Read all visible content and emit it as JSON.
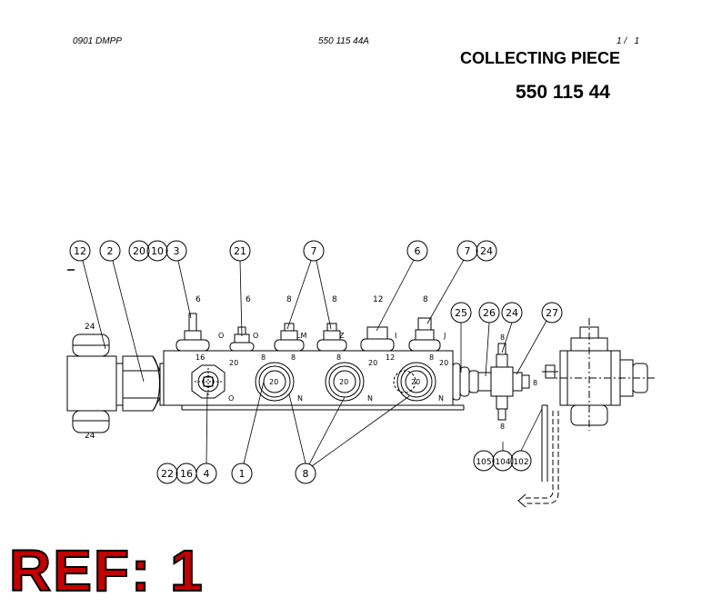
{
  "header": {
    "left": "0901 DMPP",
    "center": "550 115 44A",
    "right": "1 /   1"
  },
  "title": "COLLECTING PIECE",
  "part_number": "550 115 44",
  "ref_label": "REF: 1",
  "colors": {
    "ref": "#c40000",
    "line": "#000000"
  },
  "balloons_top": [
    "12",
    "2",
    "20",
    "10",
    "3",
    "21",
    "7",
    "6",
    "7",
    "24",
    "25",
    "26",
    "24",
    "27"
  ],
  "balloons_bottom": [
    "22",
    "16",
    "4",
    "1",
    "8",
    "105",
    "104",
    "102"
  ],
  "dims": {
    "top_sizes": [
      "6",
      "6",
      "8",
      "8",
      "12",
      "8"
    ],
    "port_labels": [
      "O",
      "O",
      "LM",
      "Z",
      "I",
      "J"
    ],
    "under_row": [
      "16",
      "20",
      "8",
      "8",
      "8",
      "20",
      "12",
      "8"
    ],
    "plug_sizes": [
      "20",
      "20",
      "20"
    ],
    "body_letters": [
      "O",
      "N",
      "N",
      "N"
    ],
    "left_24_top": "24",
    "left_24_bottom": "24",
    "right_20": "20",
    "cross_8": [
      "8",
      "8",
      "8"
    ]
  }
}
